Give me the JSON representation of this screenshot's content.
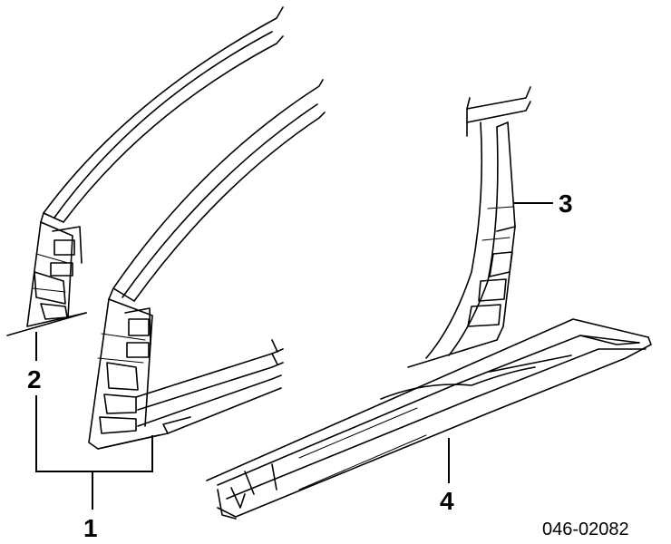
{
  "callouts": [
    {
      "id": "1",
      "label": "1"
    },
    {
      "id": "2",
      "label": "2"
    },
    {
      "id": "3",
      "label": "3"
    },
    {
      "id": "4",
      "label": "4"
    }
  ],
  "part_number": "046-02082",
  "colors": {
    "line": "#000000",
    "background": "#ffffff"
  }
}
